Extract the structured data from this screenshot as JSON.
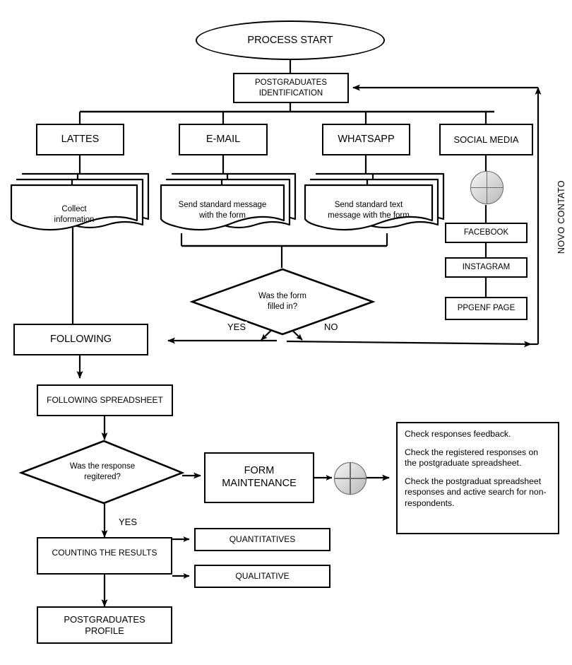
{
  "diagram": {
    "title": "Postgraduates identification and follow-up process flowchart",
    "background": "#ffffff",
    "stroke": "#000000"
  },
  "nodes": {
    "start": {
      "label": "PROCESS START",
      "shape": "ellipse"
    },
    "identification": {
      "label": "POSTGRADUATES\nIDENTIFICATION",
      "shape": "rectangle"
    },
    "lattes": {
      "label": "LATTES",
      "shape": "rectangle"
    },
    "email": {
      "label": "E-MAIL",
      "shape": "rectangle"
    },
    "whatsapp": {
      "label": "WHATSAPP",
      "shape": "rectangle"
    },
    "social_media": {
      "label": "SOCIAL MEDIA",
      "shape": "rectangle"
    },
    "collect_information": {
      "label": "Collect\ninformation",
      "shape": "multi-document"
    },
    "send_standard_message": {
      "label": "Send standard message\nwith the form",
      "shape": "multi-document"
    },
    "send_standard_text": {
      "label": "Send standard text\nmessage with the form",
      "shape": "multi-document"
    },
    "facebook": {
      "label": "FACEBOOK",
      "shape": "rectangle"
    },
    "instagram": {
      "label": "INSTAGRAM",
      "shape": "rectangle"
    },
    "ppgenf_page": {
      "label": "PPGENF PAGE",
      "shape": "rectangle"
    },
    "decision_form": {
      "label": "Was the form\nfilled in?",
      "shape": "diamond"
    },
    "following": {
      "label": "FOLLOWING",
      "shape": "rectangle"
    },
    "following_spreadsheet": {
      "label": "FOLLOWING SPREADSHEET",
      "shape": "rectangle"
    },
    "decision_response": {
      "label": "Was the response\nregitered?",
      "shape": "diamond"
    },
    "form_maintenance": {
      "label": "FORM\nMAINTENANCE",
      "shape": "rectangle"
    },
    "counting_results": {
      "label": "COUNTING THE RESULTS",
      "shape": "rectangle"
    },
    "quantitatives": {
      "label": "QUANTITATIVES",
      "shape": "rectangle"
    },
    "qualitative": {
      "label": "QUALITATIVE",
      "shape": "rectangle"
    },
    "postgraduates_profile": {
      "label": "POSTGRADUATES\nPROFILE",
      "shape": "rectangle"
    }
  },
  "junctions": {
    "social_media_junction": {
      "name": "summing-junction",
      "label": ""
    },
    "form_maintenance_junction": {
      "name": "summing-junction",
      "label": ""
    }
  },
  "edge_labels": {
    "yes_form": "YES",
    "no_form": "NO",
    "yes_response": "YES",
    "loop_back": "NOVO CONTATO"
  },
  "note": {
    "lines": [
      "Check responses feedback.",
      "Check the registered responses on the postgraduate spreadsheet.",
      "Check the postgraduat spreadsheet responses and active search for non-respondents."
    ]
  }
}
